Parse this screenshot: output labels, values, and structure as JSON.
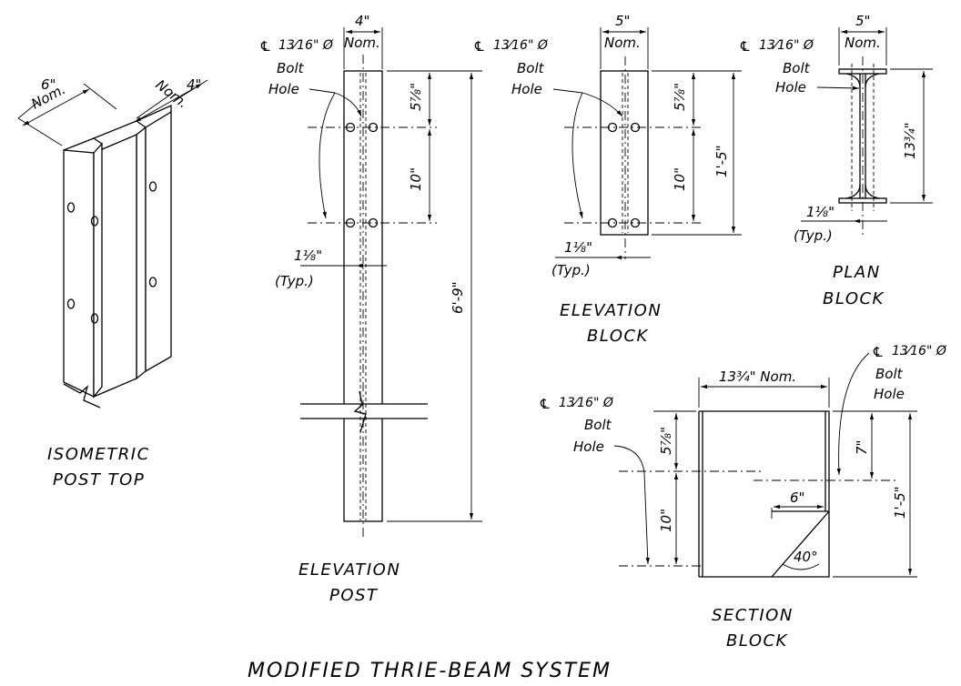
{
  "main_title": "MODIFIED THRIE-BEAM SYSTEM",
  "views": {
    "isometric": {
      "title_line1": "ISOMETRIC",
      "title_line2": "POST TOP",
      "dim_flange": "6\"",
      "dim_flange_nom": "Nom.",
      "dim_depth": "4\"",
      "dim_depth_nom": "Nom."
    },
    "elevation_post": {
      "title_line1": "ELEVATION",
      "title_line2": "POST",
      "dim_width": "4\"",
      "dim_width_nom": "Nom.",
      "cl_symbol": "℄",
      "bolt_size": "13⁄16\" Ø",
      "bolt_line2": "Bolt",
      "bolt_line3": "Hole",
      "dim_top": "5⅞\"",
      "dim_spacing": "10\"",
      "dim_height": "6'-9\"",
      "dim_gauge": "1⅛\"",
      "dim_typ": "(Typ.)"
    },
    "elevation_block": {
      "title_line1": "ELEVATION",
      "title_line2": "BLOCK",
      "dim_width": "5\"",
      "dim_width_nom": "Nom.",
      "cl_symbol": "℄",
      "bolt_size": "13⁄16\" Ø",
      "bolt_line2": "Bolt",
      "bolt_line3": "Hole",
      "dim_top": "5⅞\"",
      "dim_spacing": "10\"",
      "dim_height": "1'-5\"",
      "dim_gauge": "1⅛\"",
      "dim_typ": "(Typ.)"
    },
    "plan_block": {
      "title_line1": "PLAN",
      "title_line2": "BLOCK",
      "dim_width": "5\"",
      "dim_width_nom": "Nom.",
      "cl_symbol": "℄",
      "bolt_size": "13⁄16\" Ø",
      "bolt_line2": "Bolt",
      "bolt_line3": "Hole",
      "dim_depth": "13¾\"",
      "dim_gauge": "1⅛\"",
      "dim_typ": "(Typ.)"
    },
    "section_block": {
      "title_line1": "SECTION",
      "title_line2": "BLOCK",
      "dim_depth": "13¾\" Nom.",
      "cl_symbol": "℄",
      "bolt_size": "13⁄16\" Ø",
      "bolt_line2": "Bolt",
      "bolt_line3": "Hole",
      "left_cl_symbol": "℄",
      "left_bolt_size": "13⁄16\" Ø",
      "left_bolt_line2": "Bolt",
      "left_bolt_line3": "Hole",
      "dim_top_left": "5⅞\"",
      "dim_spacing_left": "10\"",
      "dim_top_right": "7\"",
      "dim_height": "1'-5\"",
      "dim_cut": "6\"",
      "dim_angle": "40°"
    }
  }
}
